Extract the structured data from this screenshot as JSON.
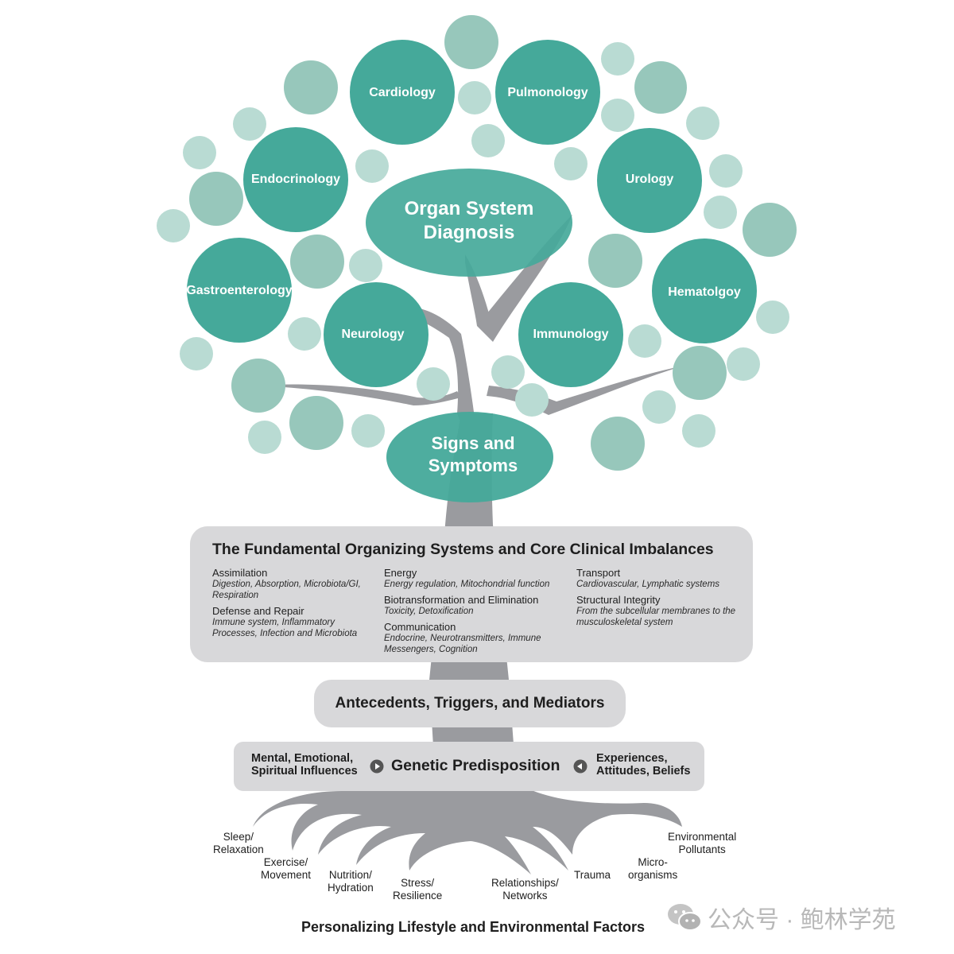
{
  "tree": {
    "organ_system": "Organ System\nDiagnosis",
    "signs": "Signs and\nSymptoms",
    "specialties": [
      "Cardiology",
      "Pulmonology",
      "Endocrinology",
      "Urology",
      "Gastroenterology",
      "Hematolgoy",
      "Neurology",
      "Immunology"
    ]
  },
  "fundamental": {
    "title": "The Fundamental Organizing Systems and Core Clinical Imbalances",
    "col1": [
      {
        "title": "Assimilation",
        "desc": "Digestion, Absorption, Microbiota/GI, Respiration"
      },
      {
        "title": "Defense and Repair",
        "desc": "Immune system, Inflammatory Processes, Infection and Microbiota"
      }
    ],
    "col2": [
      {
        "title": "Energy",
        "desc": "Energy regulation, Mitochondrial function"
      },
      {
        "title": "Biotransformation and Elimination",
        "desc": "Toxicity, Detoxification"
      },
      {
        "title": "Communication",
        "desc": "Endocrine, Neurotransmitters, Immune Messengers, Cognition"
      }
    ],
    "col3": [
      {
        "title": "Transport",
        "desc": "Cardiovascular, Lymphatic systems"
      },
      {
        "title": "Structural Integrity",
        "desc": "From the subcellular membranes to the musculoskeletal system"
      }
    ]
  },
  "antecedents": "Antecedents, Triggers, and Mediators",
  "genetic": {
    "left": "Mental, Emotional,\nSpiritual Influences",
    "center": "Genetic Predisposition",
    "right": "Experiences,\nAttitudes, Beliefs"
  },
  "roots": {
    "sleep": "Sleep/\nRelaxation",
    "exercise": "Exercise/\nMovement",
    "nutrition": "Nutrition/\nHydration",
    "stress": "Stress/\nResilience",
    "relationships": "Relationships/\nNetworks",
    "trauma": "Trauma",
    "micro": "Micro-\norganisms",
    "environment": "Environmental\nPollutants"
  },
  "footer": "Personalizing Lifestyle and Environmental Factors",
  "watermark": "公众号 · 鲍林学苑",
  "colors": {
    "dark_teal": "#45a99a",
    "light_teal": "#97c7bb",
    "pale_teal": "#b9dbd3",
    "trunk": "#9a9b9f",
    "panel": "#d8d8da"
  }
}
